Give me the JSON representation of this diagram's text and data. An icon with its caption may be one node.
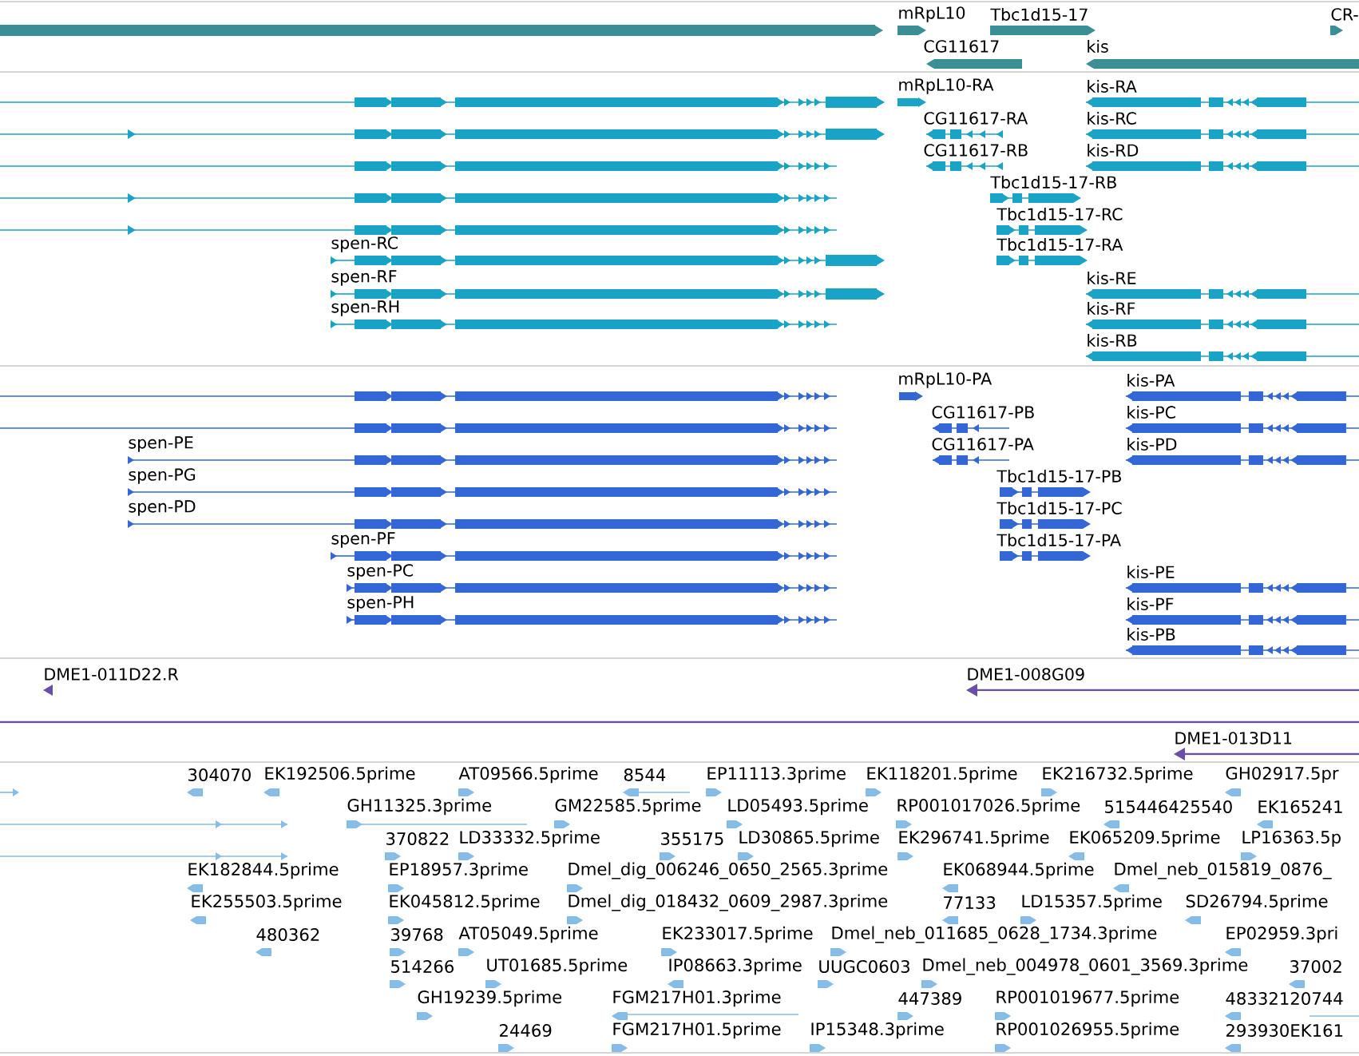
{
  "diagram": {
    "labels": [
      "mRpL10",
      "Tbc1d15-17",
      "CR-",
      "CG11617",
      "kis",
      "mRpL10-RA",
      "kis-RA",
      "CG11617-RA",
      "kis-RC",
      "CG11617-RB",
      "kis-RD",
      "Tbc1d15-17-RB",
      "Tbc1d15-17-RC",
      "spen-RC",
      "Tbc1d15-17-RA",
      "spen-RF",
      "kis-RE",
      "spen-RH",
      "kis-RF",
      "kis-RB",
      "mRpL10-PA",
      "kis-PA",
      "CG11617-PB",
      "kis-PC",
      "spen-PE",
      "CG11617-PA",
      "kis-PD",
      "spen-PG",
      "Tbc1d15-17-PB",
      "spen-PD",
      "Tbc1d15-17-PC",
      "spen-PF",
      "Tbc1d15-17-PA",
      "spen-PC",
      "kis-PE",
      "spen-PH",
      "kis-PF",
      "kis-PB",
      "DME1-011D22.R",
      "DME1-008G09",
      "DME1-013D11",
      "304070",
      "EK192506.5prime",
      "AT09566.5prime",
      "8544",
      "EP11113.3prime",
      "EK118201.5prime",
      "EK216732.5prime",
      "GH02917.5pr",
      "GH11325.3prime",
      "GM22585.5prime",
      "LD05493.5prime",
      "RP001017026.5prime",
      "515446425540",
      "EK165241",
      "370822",
      "LD33332.5prime",
      "355175",
      "LD30865.5prime",
      "EK296741.5prime",
      "EK065209.5prime",
      "LP16363.5p",
      "EK182844.5prime",
      "EP18957.3prime",
      "Dmel_dig_006246_0650_2565.3prime",
      "EK068944.5prime",
      "Dmel_neb_015819_0876_",
      "EK255503.5prime",
      "EK045812.5prime",
      "Dmel_dig_018432_0609_2987.3prime",
      "77133",
      "LD15357.5prime",
      "SD26794.5prime",
      "480362",
      "39768",
      "AT05049.5prime",
      "EK233017.5prime",
      "Dmel_neb_011685_0628_1734.3prime",
      "EP02959.3pri",
      "514266",
      "UT01685.5prime",
      "IP08663.3prime",
      "UUGC0603",
      "Dmel_neb_004978_0601_3569.3prime",
      "37002",
      "GH19239.5prime",
      "FGM217H01.3prime",
      "447389",
      "RP001019677.5prime",
      "48332120744",
      "24469",
      "FGM217H01.5prime",
      "IP15348.3prime",
      "RP001026955.5prime",
      "293930EK161"
    ]
  }
}
